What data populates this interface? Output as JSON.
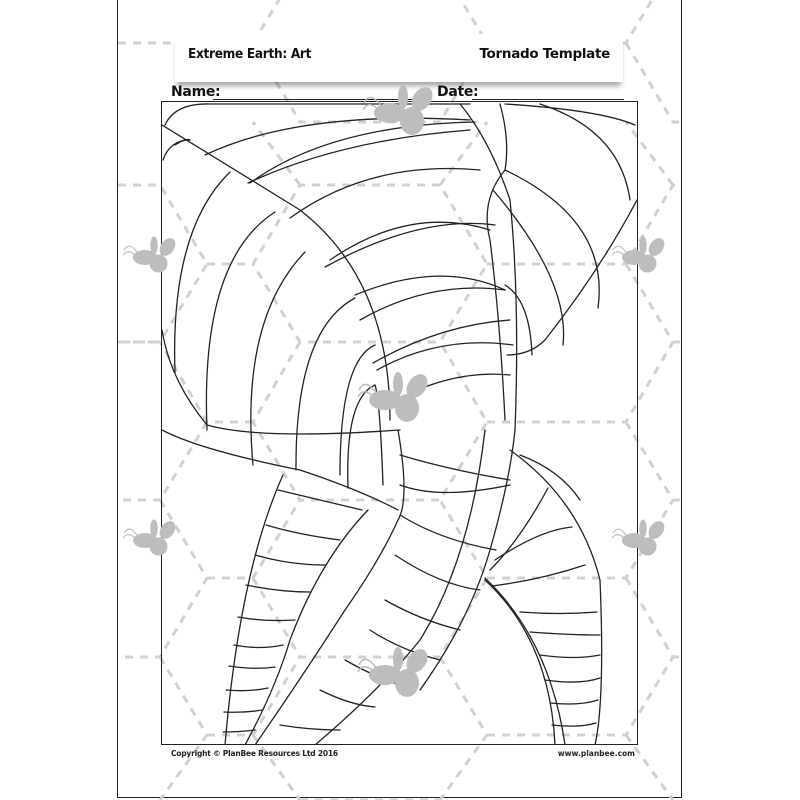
{
  "header": {
    "subject_title": "Extreme Earth: Art",
    "worksheet_title": "Tornado Template"
  },
  "fields": {
    "name_label": "Name:",
    "date_label": "Date:"
  },
  "drawing": {
    "subject": "tornado-outline-coloring-template"
  },
  "footer": {
    "copyright": "Copyright © PlanBee Resources Ltd 2016",
    "website": "www.planbee.com"
  },
  "colors": {
    "line": "#222222",
    "watermark": "#bdbdbd",
    "hex_pattern": "#d0d0d0",
    "background": "#ffffff"
  }
}
